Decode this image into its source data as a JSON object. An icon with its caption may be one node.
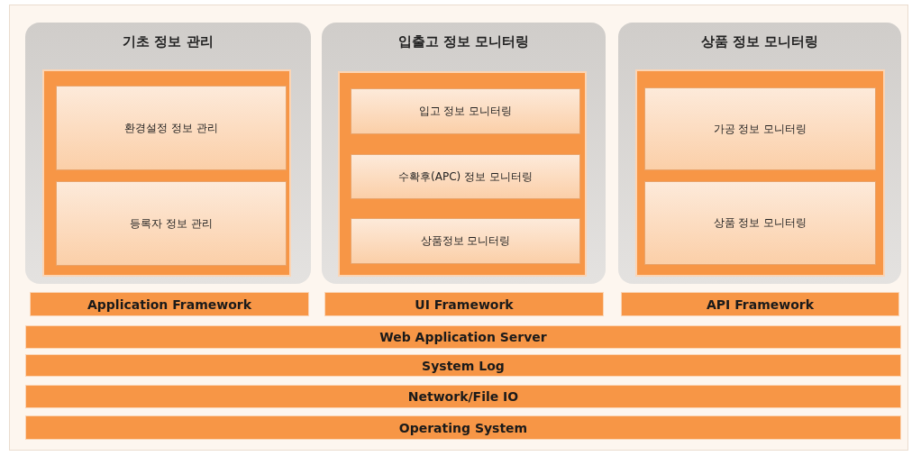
{
  "diagram": {
    "nodes": [
      {
        "text": [
          "기초 정보 관리"
        ]
      },
      {
        "text": [],
        "shape": "box",
        "in": 0
      },
      {
        "text": [
          "환경설정 정보 관리"
        ],
        "in": 1
      },
      {
        "text": [
          "등록자 정보 관리"
        ],
        "in": 1
      },
      {
        "text": [
          "입출고 정보 모니터링"
        ]
      },
      {
        "text": [],
        "shape": "box",
        "in": 4
      },
      {
        "text": [
          "입고 정보 모니터링"
        ],
        "in": 5
      },
      {
        "text": [
          "수확후(APC) 정보 모니터링"
        ],
        "in": 5
      },
      {
        "text": [
          "상품정보 모니터링"
        ],
        "in": 5
      },
      {
        "text": [
          "상품 정보 모니터링"
        ]
      },
      {
        "text": [],
        "shape": "box",
        "in": 9
      },
      {
        "text": [
          "가공 정보 모니터링"
        ],
        "in": 10
      },
      {
        "text": [
          "상품 정보 모니터링"
        ],
        "in": 10
      },
      {
        "text": [
          "Application Framework"
        ]
      },
      {
        "text": [
          "UI Framework"
        ]
      },
      {
        "text": [
          "API Framework"
        ]
      },
      {
        "text": [
          "Web Application Server"
        ]
      },
      {
        "text": [
          "System Log"
        ]
      },
      {
        "text": [
          "Network/File IO"
        ]
      },
      {
        "text": [
          "Operating System"
        ]
      }
    ],
    "edges": []
  }
}
